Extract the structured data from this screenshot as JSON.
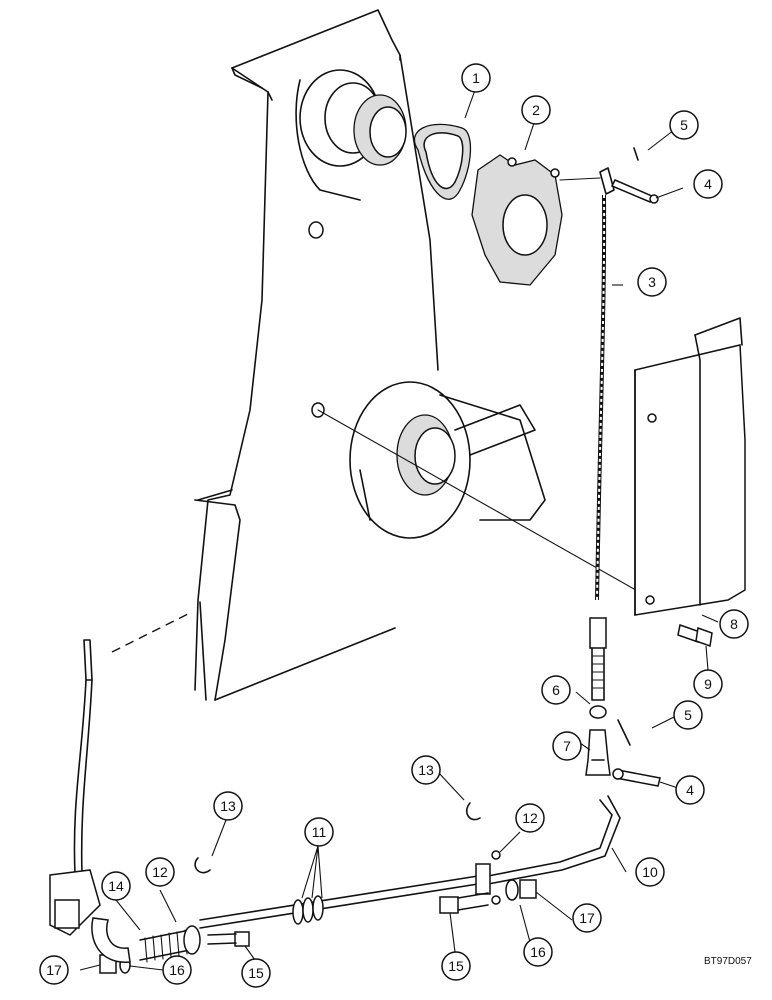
{
  "callouts": [
    {
      "id": "c1",
      "label": "1"
    },
    {
      "id": "c2",
      "label": "2"
    },
    {
      "id": "c3",
      "label": "3"
    },
    {
      "id": "c4a",
      "label": "4"
    },
    {
      "id": "c4b",
      "label": "4"
    },
    {
      "id": "c5a",
      "label": "5"
    },
    {
      "id": "c5b",
      "label": "5"
    },
    {
      "id": "c6",
      "label": "6"
    },
    {
      "id": "c7",
      "label": "7"
    },
    {
      "id": "c8",
      "label": "8"
    },
    {
      "id": "c9",
      "label": "9"
    },
    {
      "id": "c10",
      "label": "10"
    },
    {
      "id": "c11",
      "label": "11"
    },
    {
      "id": "c12a",
      "label": "12"
    },
    {
      "id": "c12b",
      "label": "12"
    },
    {
      "id": "c13a",
      "label": "13"
    },
    {
      "id": "c13b",
      "label": "13"
    },
    {
      "id": "c14",
      "label": "14"
    },
    {
      "id": "c15a",
      "label": "15"
    },
    {
      "id": "c15b",
      "label": "15"
    },
    {
      "id": "c16a",
      "label": "16"
    },
    {
      "id": "c16b",
      "label": "16"
    },
    {
      "id": "c17a",
      "label": "17"
    },
    {
      "id": "c17b",
      "label": "17"
    }
  ],
  "drawing_ref": "BT97D057"
}
